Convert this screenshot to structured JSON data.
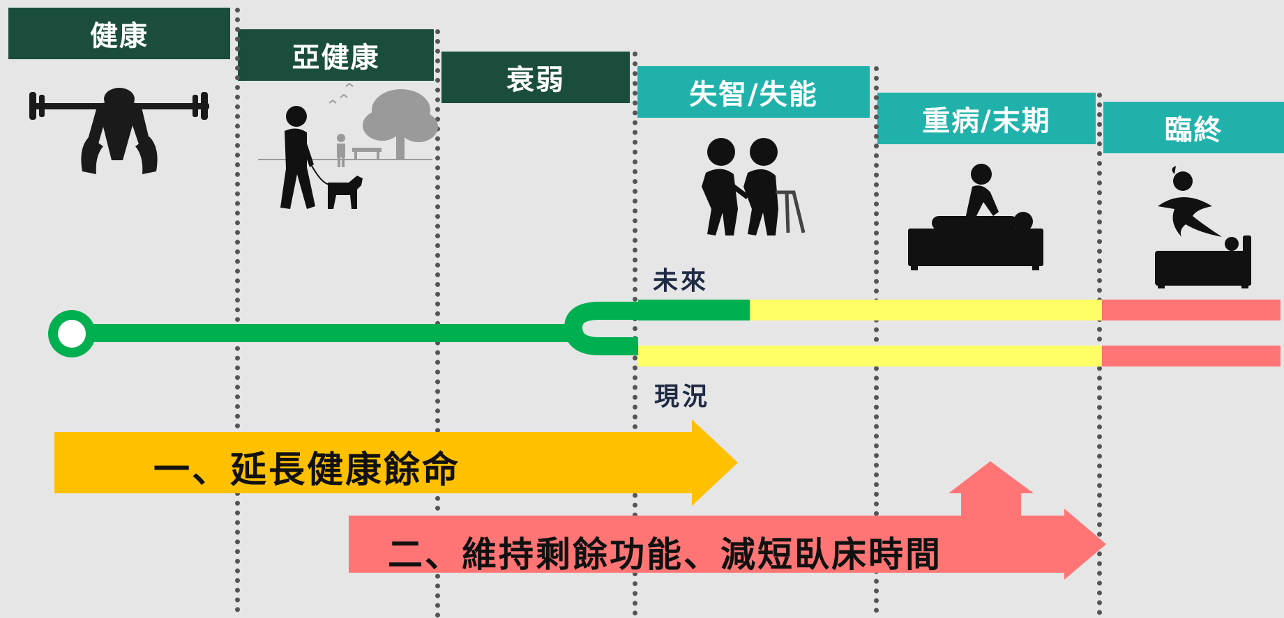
{
  "stages": [
    {
      "label": "健康",
      "style": "dark"
    },
    {
      "label": "亞健康",
      "style": "dark"
    },
    {
      "label": "衰弱",
      "style": "dark"
    },
    {
      "label": "失智/失能",
      "style": "teal"
    },
    {
      "label": "重病/末期",
      "style": "teal"
    },
    {
      "label": "臨終",
      "style": "teal"
    }
  ],
  "paths": {
    "future_label": "未來",
    "current_label": "現況"
  },
  "goals": {
    "goal1": "一、延長健康餘命",
    "goal2": "二、維持剩餘功能、減短臥床時間"
  },
  "colors": {
    "dark_green": "#1a4d3c",
    "teal": "#20b2aa",
    "line_green": "#00b050",
    "yellow": "#ffff66",
    "salmon": "#ff7575",
    "orange": "#ffc000"
  },
  "icons": [
    "weightlifting-icon",
    "walking-dog-icon",
    "caregiver-walker-icon",
    "massage-bed-icon",
    "soul-leaving-bed-icon"
  ]
}
